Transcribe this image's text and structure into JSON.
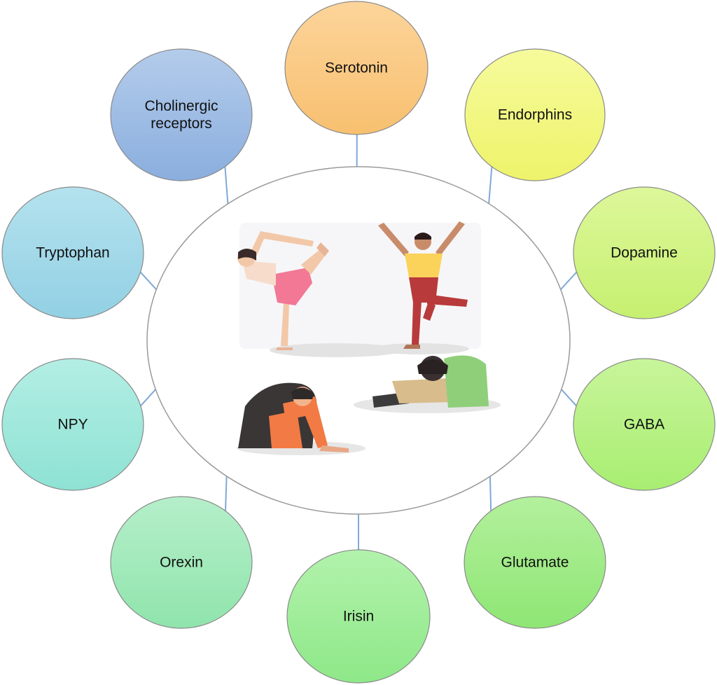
{
  "diagram": {
    "nodes": [
      {
        "id": "serotonin",
        "lines": [
          "Serotonin"
        ],
        "fill_top": "#fcd49a",
        "fill_bottom": "#f8c070"
      },
      {
        "id": "endorphins",
        "lines": [
          "Endorphins"
        ],
        "fill_top": "#f6fb9c",
        "fill_bottom": "#eef36a"
      },
      {
        "id": "dopamine",
        "lines": [
          "Dopamine"
        ],
        "fill_top": "#ddf79a",
        "fill_bottom": "#c6f070"
      },
      {
        "id": "gaba",
        "lines": [
          "GABA"
        ],
        "fill_top": "#c8f59a",
        "fill_bottom": "#a8ee72"
      },
      {
        "id": "glutamate",
        "lines": [
          "Glutamate"
        ],
        "fill_top": "#b3f09c",
        "fill_bottom": "#8ee674"
      },
      {
        "id": "irisin",
        "lines": [
          "Irisin"
        ],
        "fill_top": "#b2f2ac",
        "fill_bottom": "#8ee888"
      },
      {
        "id": "orexin",
        "lines": [
          "Orexin"
        ],
        "fill_top": "#b5efca",
        "fill_bottom": "#90e4ac"
      },
      {
        "id": "npy",
        "lines": [
          "NPY"
        ],
        "fill_top": "#b3eee4",
        "fill_bottom": "#8ee2d4"
      },
      {
        "id": "tryptophan",
        "lines": [
          "Tryptophan"
        ],
        "fill_top": "#b4e2ee",
        "fill_bottom": "#92d0e4"
      },
      {
        "id": "cholinergic-receptors",
        "lines": [
          "Cholinergic",
          "receptors"
        ],
        "fill_top": "#b4cceb",
        "fill_bottom": "#8aaede"
      }
    ],
    "colors": {
      "connector": "#7fa8d6",
      "hub_stroke": "#9a9a9a",
      "node_stroke": "#8a8a8a"
    }
  }
}
